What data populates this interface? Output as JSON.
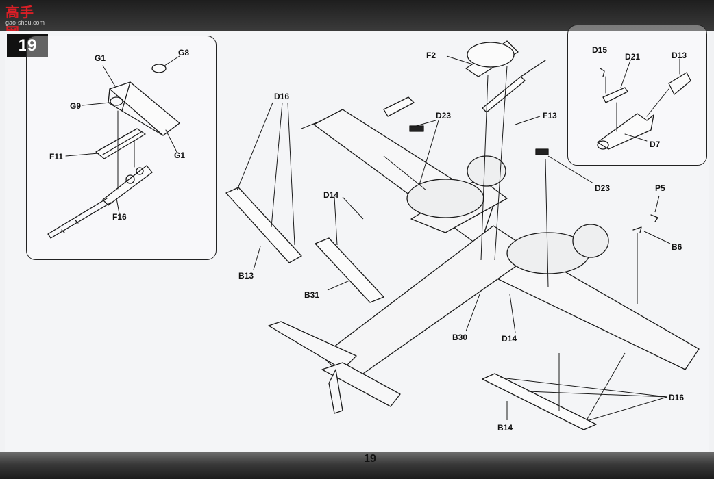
{
  "watermark": {
    "title": "高手网",
    "subtitle": "gao-shou.com"
  },
  "step_number": "19",
  "page_number": "19",
  "left_inset": {
    "labels": {
      "g1_top": "G1",
      "g8": "G8",
      "g9": "G9",
      "g1_bottom": "G1",
      "f11": "F11",
      "f16": "F16"
    }
  },
  "right_inset": {
    "labels": {
      "d15": "D15",
      "d21": "D21",
      "d13": "D13",
      "d7": "D7"
    }
  },
  "main_labels": {
    "f2": "F2",
    "d16_top": "D16",
    "d23_top": "D23",
    "f13": "F13",
    "d23_right": "D23",
    "p5": "P5",
    "d14_left": "D14",
    "b6": "B6",
    "b13": "B13",
    "b31": "B31",
    "b30": "B30",
    "d14_bottom": "D14",
    "d16_bottom": "D16",
    "b14": "B14"
  },
  "colors": {
    "ink": "#1a1a1a",
    "watermark_red": "#d91f26",
    "bar_dark": "#2a2a2a"
  }
}
